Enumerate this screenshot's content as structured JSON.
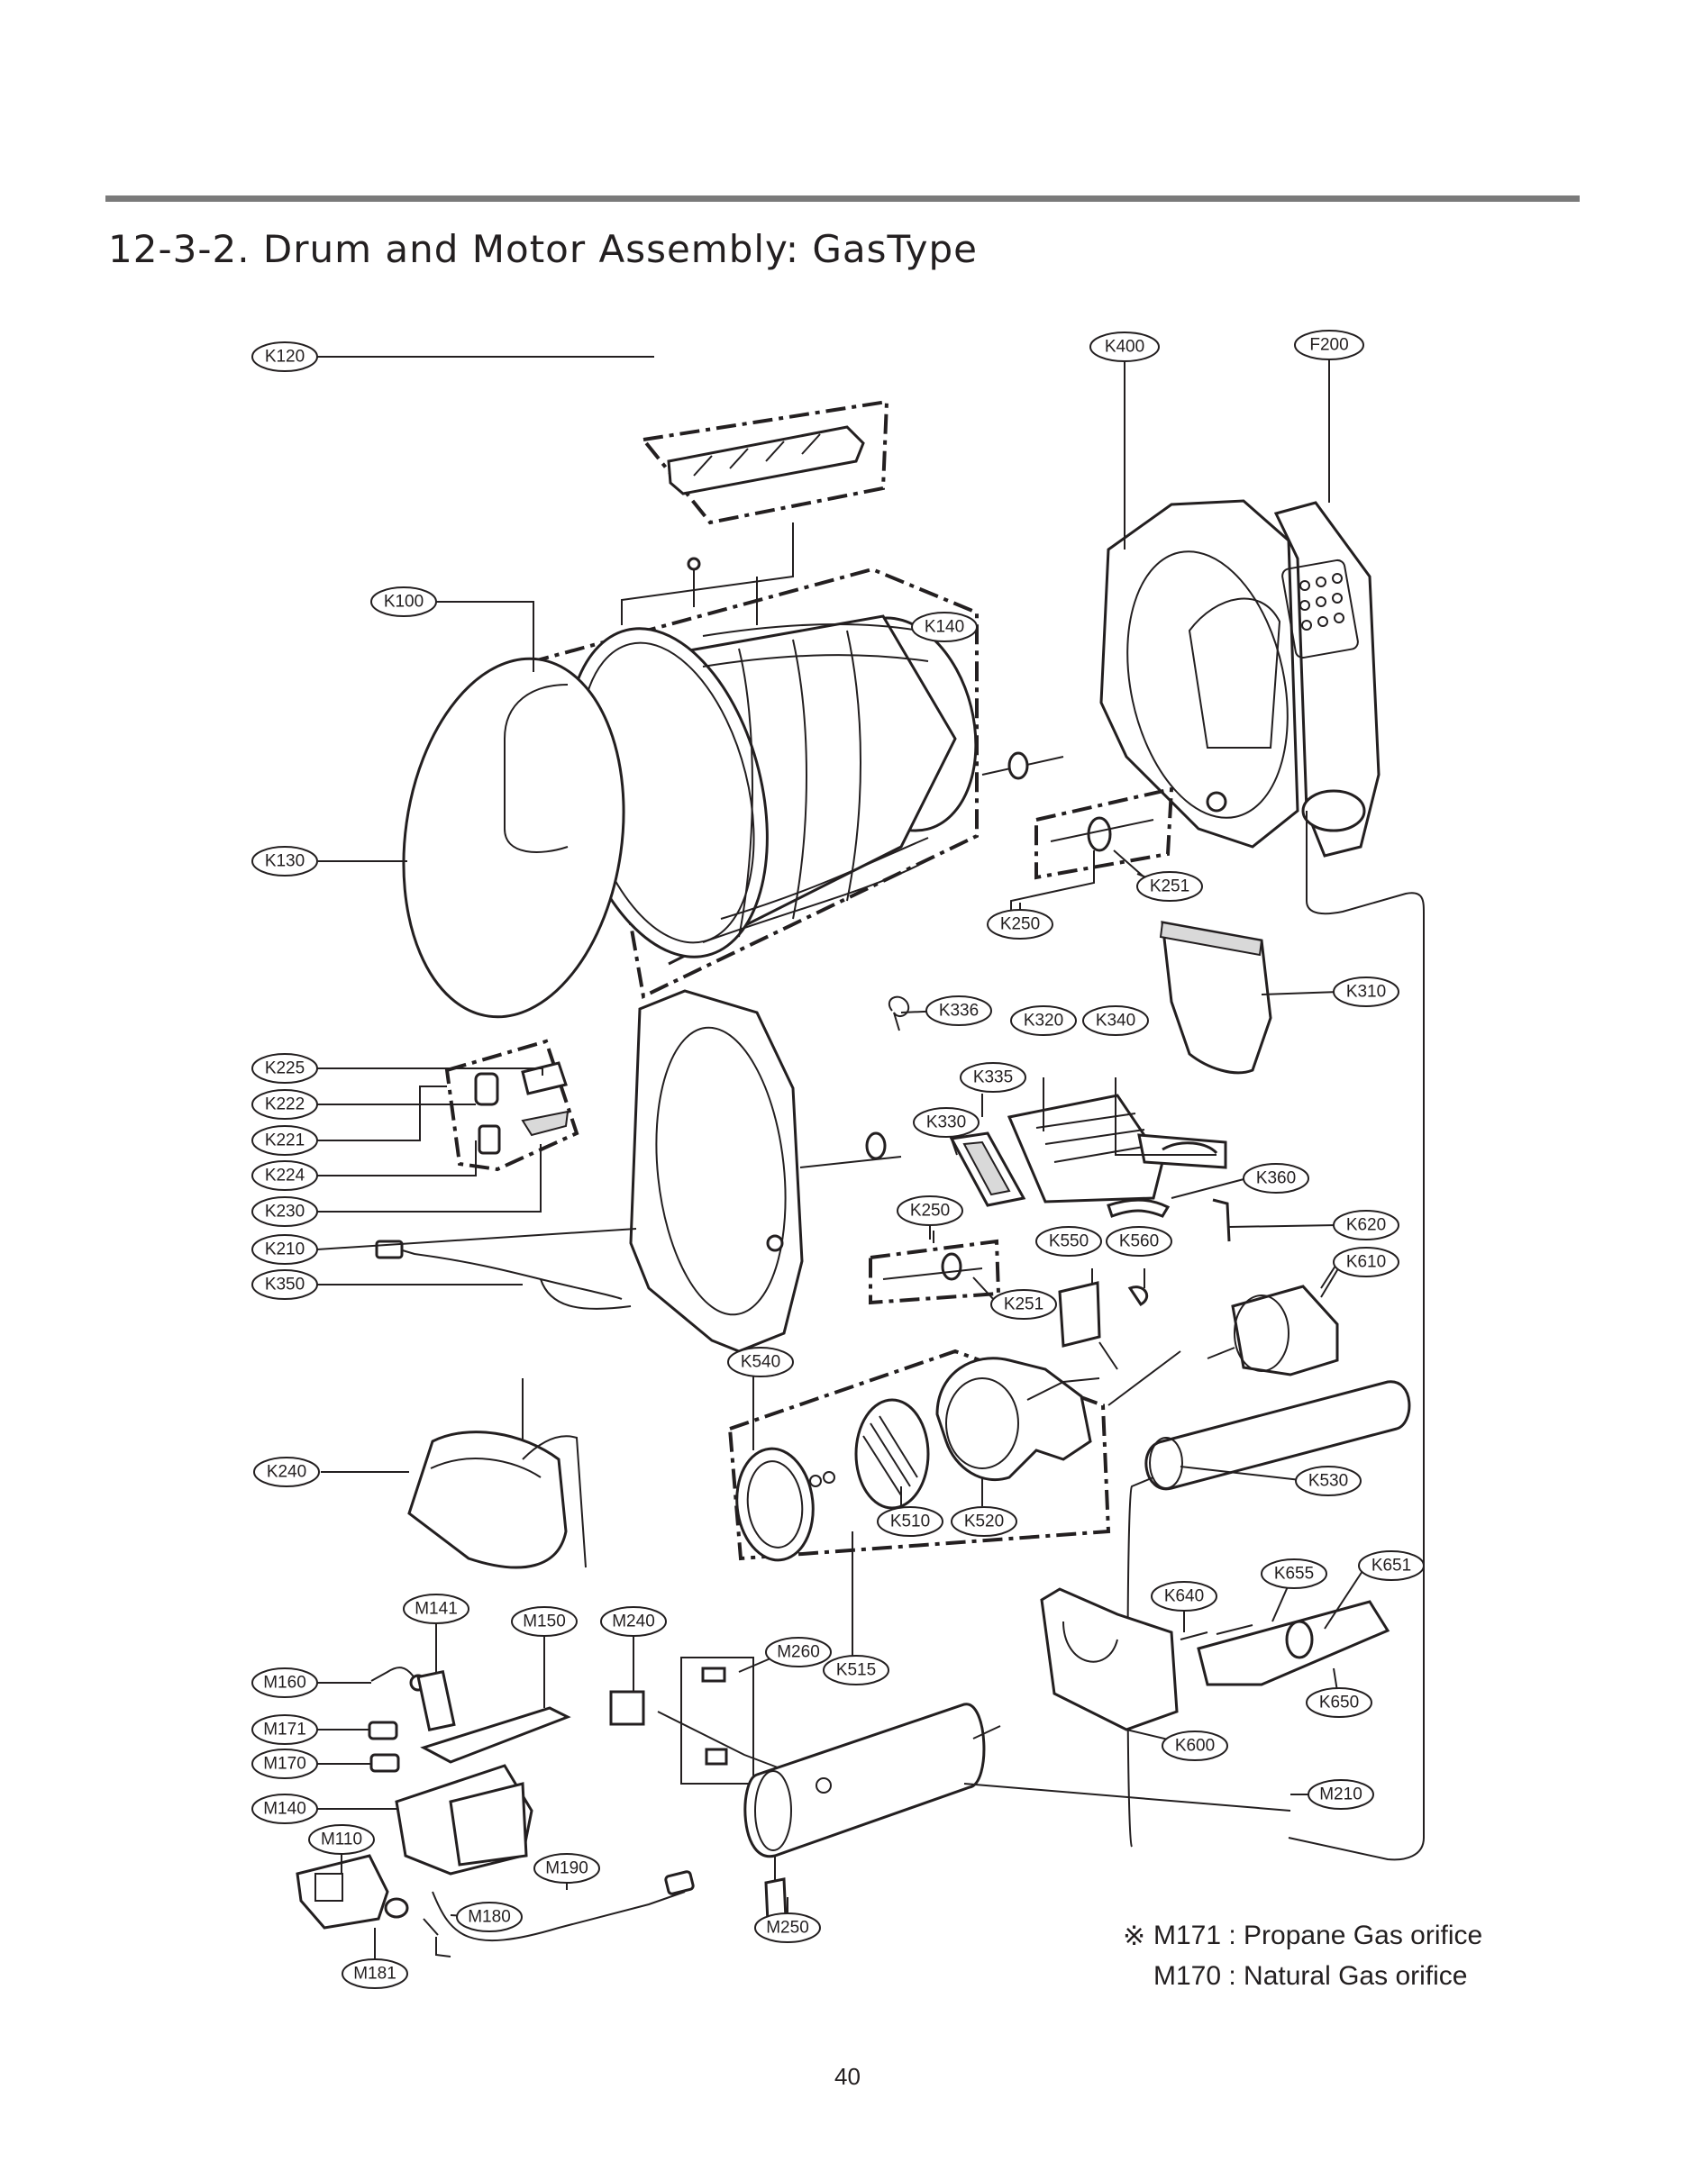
{
  "title": "12-3-2. Drum and Motor Assembly: GasType",
  "parts": [
    {
      "id": "K400"
    },
    {
      "id": "F200"
    },
    {
      "id": "K120"
    },
    {
      "id": "K100"
    },
    {
      "id": "K140"
    },
    {
      "id": "K130"
    },
    {
      "id": "K251"
    },
    {
      "id": "K250"
    },
    {
      "id": "K310"
    },
    {
      "id": "K225"
    },
    {
      "id": "K222"
    },
    {
      "id": "K221"
    },
    {
      "id": "K224"
    },
    {
      "id": "K230"
    },
    {
      "id": "K210"
    },
    {
      "id": "K350"
    },
    {
      "id": "K336"
    },
    {
      "id": "K320"
    },
    {
      "id": "K340"
    },
    {
      "id": "K335"
    },
    {
      "id": "K330"
    },
    {
      "id": "K360"
    },
    {
      "id": "K250"
    },
    {
      "id": "K620"
    },
    {
      "id": "K550"
    },
    {
      "id": "K560"
    },
    {
      "id": "K610"
    },
    {
      "id": "K251"
    },
    {
      "id": "K540"
    },
    {
      "id": "K240"
    },
    {
      "id": "K530"
    },
    {
      "id": "K510"
    },
    {
      "id": "K520"
    },
    {
      "id": "K651"
    },
    {
      "id": "K655"
    },
    {
      "id": "K640"
    },
    {
      "id": "M141"
    },
    {
      "id": "M150"
    },
    {
      "id": "M240"
    },
    {
      "id": "M260"
    },
    {
      "id": "K515"
    },
    {
      "id": "M160"
    },
    {
      "id": "K650"
    },
    {
      "id": "M171"
    },
    {
      "id": "K600"
    },
    {
      "id": "M170"
    },
    {
      "id": "M210"
    },
    {
      "id": "M140"
    },
    {
      "id": "M110"
    },
    {
      "id": "M190"
    },
    {
      "id": "M180"
    },
    {
      "id": "M250"
    },
    {
      "id": "M181"
    }
  ],
  "notes": {
    "symbol": "※",
    "line1": "M171 : Propane Gas orifice",
    "line2": "M170 : Natural Gas orifice"
  },
  "page_number": "40"
}
